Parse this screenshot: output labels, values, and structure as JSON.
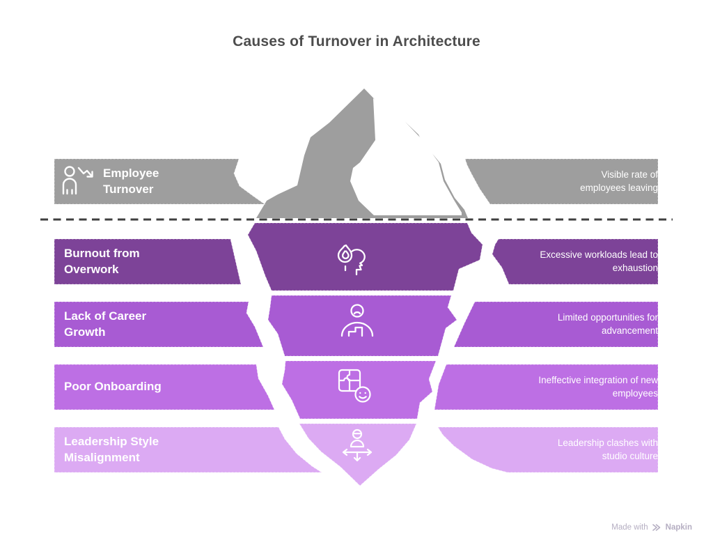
{
  "title": "Causes of Turnover in Architecture",
  "colors": {
    "background": "#ffffff",
    "title_text": "#4d4d4d",
    "waterline": "#3f3f3f",
    "band_text": "#ffffff",
    "above_water_gray": "#9e9e9e",
    "layer1_purple": "#7d4398",
    "layer2_purple": "#a85bd3",
    "layer3_purple": "#bd6fe4",
    "layer4_purple": "#dcaaf3",
    "watermark_text": "#b5aec2"
  },
  "rows": [
    {
      "zone": "above-water",
      "label": "Employee Turnover",
      "description": "Visible rate of employees leaving",
      "color": "#9e9e9e",
      "icon": "person-decline-icon"
    },
    {
      "zone": "below-water",
      "label": "Burnout from Overwork",
      "description": "Excessive workloads lead to exhaustion",
      "color": "#7d4398",
      "icon": "burnout-flame-head-icon"
    },
    {
      "zone": "below-water",
      "label": "Lack of Career Growth",
      "description": "Limited opportunities for advancement",
      "color": "#a85bd3",
      "icon": "person-steps-icon"
    },
    {
      "zone": "below-water",
      "label": "Poor Onboarding",
      "description": "Ineffective integration of new employees",
      "color": "#bd6fe4",
      "icon": "puzzle-smiley-icon"
    },
    {
      "zone": "below-water",
      "label": "Leadership Style Misalignment",
      "description": "Leadership clashes with studio culture",
      "color": "#dcaaf3",
      "icon": "person-directions-icon"
    }
  ],
  "watermark": {
    "made_with": "Made with",
    "brand": "Napkin"
  }
}
